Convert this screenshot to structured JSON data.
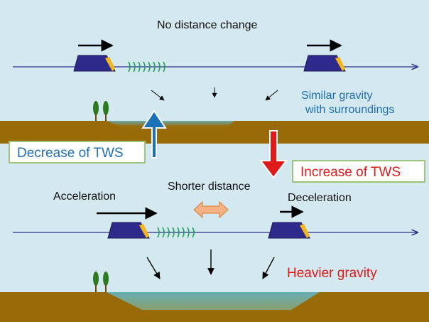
{
  "top_title": "No distance change",
  "similar_gravity": [
    "Similar gravity",
    "with surroundings"
  ],
  "decrease_label": "Decrease of TWS",
  "increase_label": "Increase of TWS",
  "acceleration_label": "Acceleration",
  "shorter_distance_label": "Shorter distance",
  "deceleration_label": "Deceleration",
  "heavier_gravity_label": "Heavier gravity",
  "colors": {
    "sky": "#d3e8ef",
    "ground": "#996a08",
    "water": "#5fb6c8",
    "satellite_body": "#2e2a8c",
    "satellite_panel": "#f2b51c",
    "signal": "#22a45a",
    "orbit": "#2b2d8a",
    "blue_arrow": "#1a72b8",
    "red_arrow": "#e0191b",
    "orange_arrow": "#f4b183",
    "tree": "#2d7a1e"
  }
}
